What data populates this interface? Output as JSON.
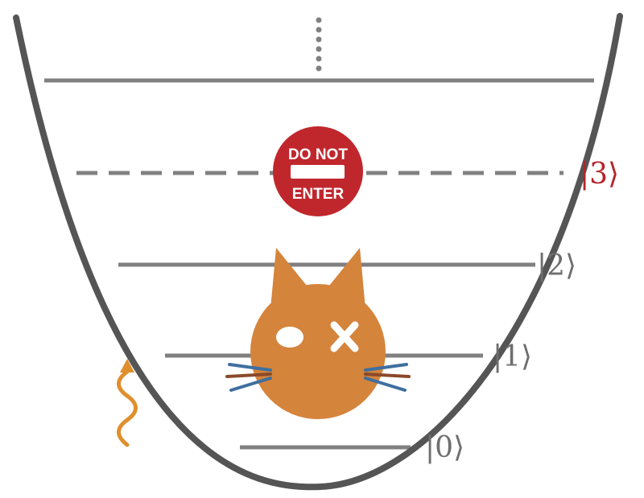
{
  "levels": [
    {
      "label": "|0⟩",
      "color": "#6e6e6e"
    },
    {
      "label": "|1⟩",
      "color": "#6e6e6e"
    },
    {
      "label": "|2⟩",
      "color": "#6e6e6e"
    },
    {
      "label": "|3⟩",
      "color": "#b3252b"
    }
  ],
  "sign": {
    "line1": "DO NOT",
    "line2": "ENTER",
    "color": "#c0272d"
  },
  "colors": {
    "well": "#555555",
    "level_line": "#808080",
    "cat": "#d5843c",
    "photon": "#df8f2d",
    "whisker_blue": "#3f6f9f",
    "whisker_brown": "#8a4a2a"
  },
  "icons": {
    "cat": "cat-face-icon",
    "sign": "no-entry-sign-icon",
    "photon": "wavy-arrow-icon"
  }
}
